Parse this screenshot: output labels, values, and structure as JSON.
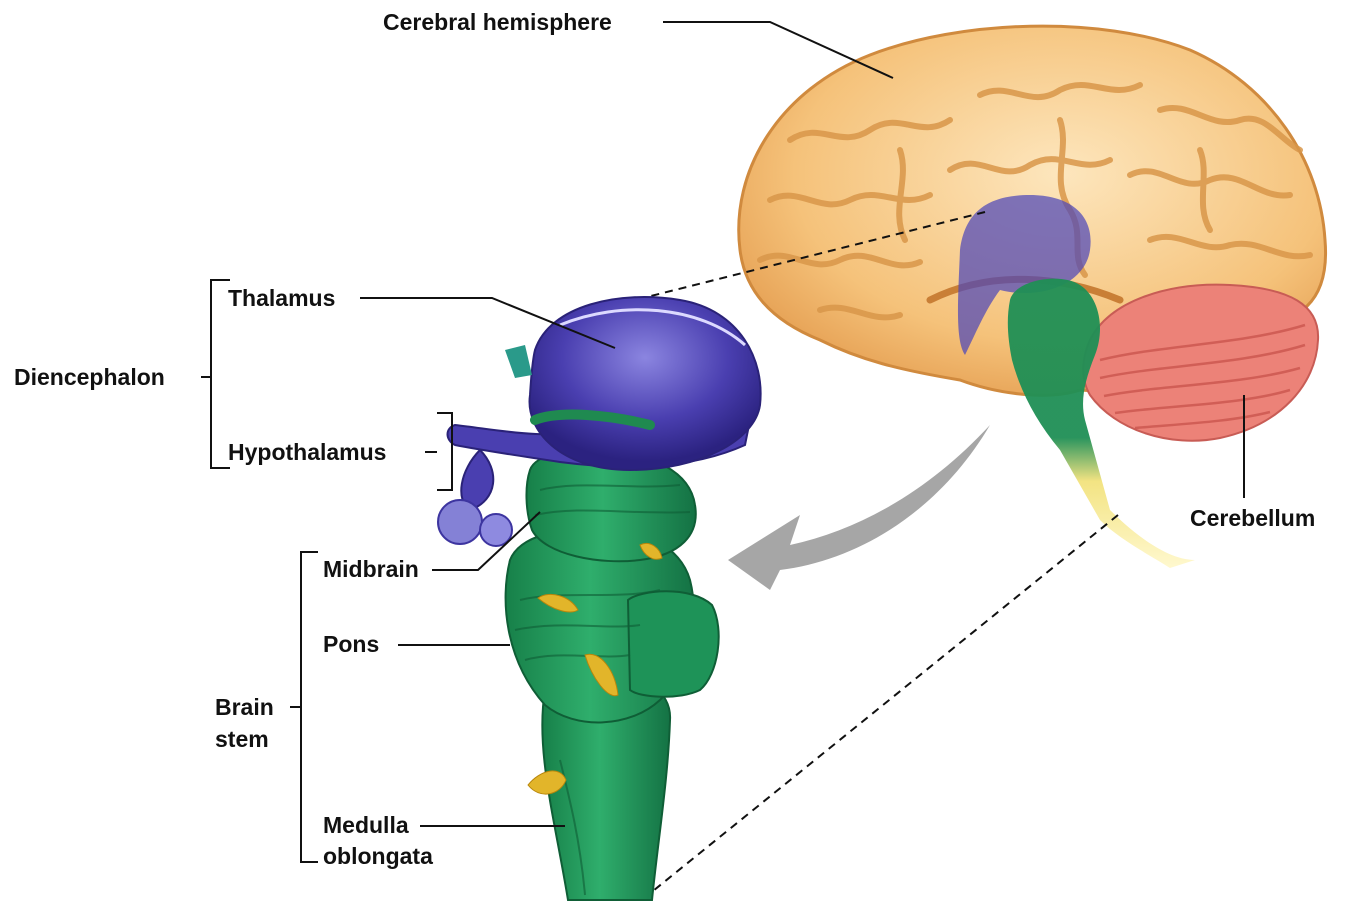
{
  "labels": {
    "cerebral_hemisphere": "Cerebral hemisphere",
    "thalamus": "Thalamus",
    "diencephalon": "Diencephalon",
    "hypothalamus": "Hypothalamus",
    "midbrain": "Midbrain",
    "pons": "Pons",
    "brain_stem_line1": "Brain",
    "brain_stem_line2": "stem",
    "medulla_line1": "Medulla",
    "medulla_line2": "oblongata",
    "cerebellum": "Cerebellum"
  },
  "colors": {
    "cerebrum": "#f3c078",
    "cerebrum_stroke": "#d9974a",
    "diencephalon": "#4b3fae",
    "brainstem": "#22955c",
    "cerebellum": "#ec8278",
    "spinal_cord": "#f2e27c",
    "nerve": "#e2b52a",
    "arrow": "#a6a6a6",
    "leader": "#111111"
  }
}
